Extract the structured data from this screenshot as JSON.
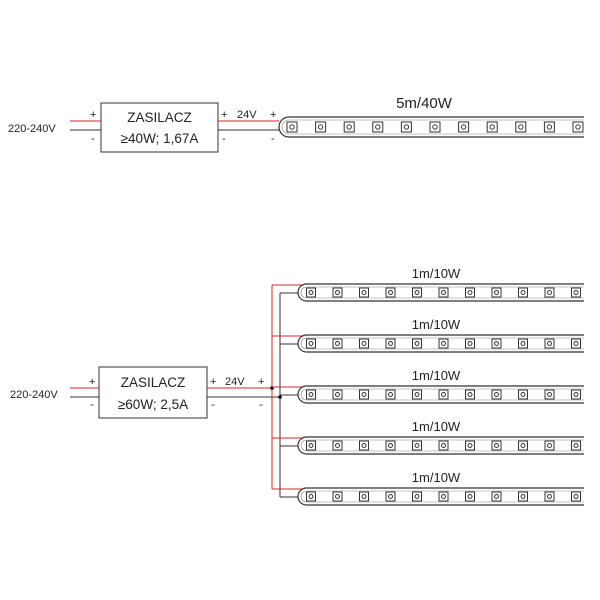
{
  "colors": {
    "positive_wire": "#d62728",
    "negative_wire": "#333333",
    "outline": "#333333"
  },
  "diagram1": {
    "input_label": "220-240V",
    "plus": "+",
    "minus": "-",
    "psu_title": "ZASILACZ",
    "psu_rating": "≥40W; 1,67A",
    "voltage": "24V",
    "strip_label": "5m/40W"
  },
  "diagram2": {
    "input_label": "220-240V",
    "plus": "+",
    "minus": "-",
    "psu_title": "ZASILACZ",
    "psu_rating": "≥60W; 2,5A",
    "voltage": "24V",
    "strips": [
      {
        "label": "1m/10W"
      },
      {
        "label": "1m/10W"
      },
      {
        "label": "1m/10W"
      },
      {
        "label": "1m/10W"
      },
      {
        "label": "1m/10W"
      }
    ]
  }
}
